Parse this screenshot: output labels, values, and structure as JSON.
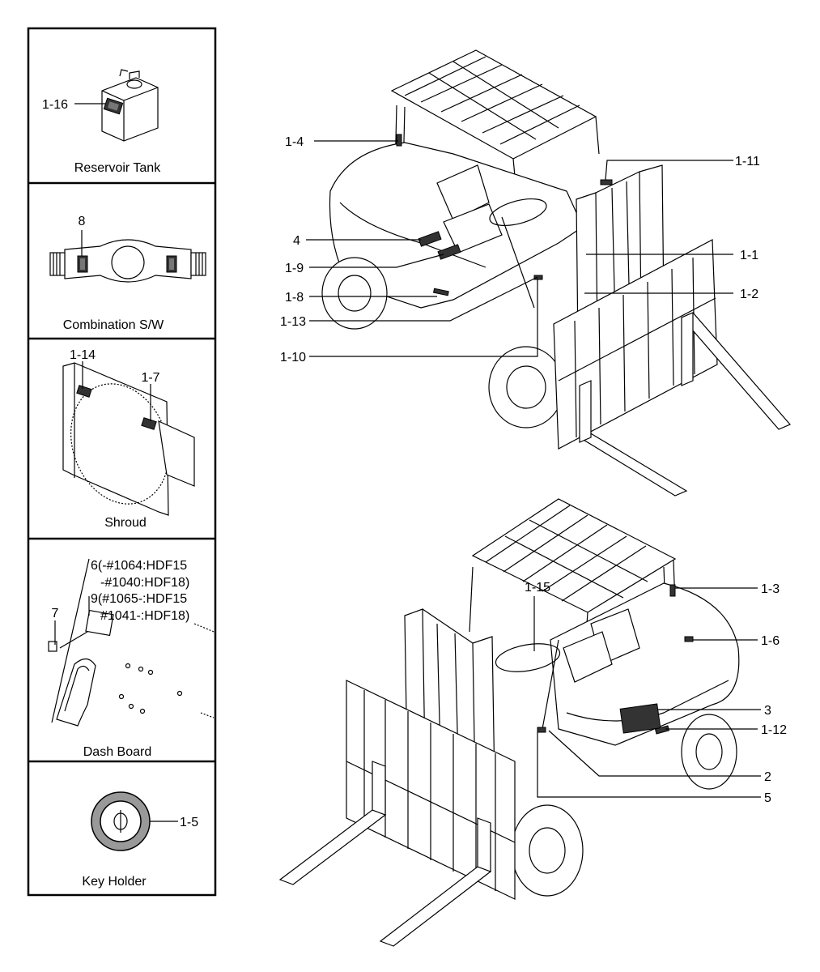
{
  "panels": {
    "reservoir_tank": {
      "title": "Reservoir Tank",
      "callout": "1-16"
    },
    "combination_sw": {
      "title": "Combination S/W",
      "callout": "8"
    },
    "shroud": {
      "title": "Shroud",
      "callouts": [
        "1-14",
        "1-7"
      ]
    },
    "dash_board": {
      "title": "Dash Board",
      "callout_7": "7",
      "note_lines": [
        "6(-#1064:HDF15",
        "-#1040:HDF18)",
        "9(#1065-:HDF15",
        "#1041-:HDF18)"
      ]
    },
    "key_holder": {
      "title": "Key Holder",
      "callout": "1-5"
    }
  },
  "front_view_callouts": {
    "left": [
      "1-4",
      "4",
      "1-9",
      "1-8",
      "1-13",
      "1-10"
    ],
    "right": [
      "1-11",
      "1-1",
      "1-2"
    ]
  },
  "rear_view_callouts": {
    "top": "1-15",
    "right": [
      "1-3",
      "1-6",
      "3",
      "1-12",
      "2",
      "5"
    ]
  }
}
